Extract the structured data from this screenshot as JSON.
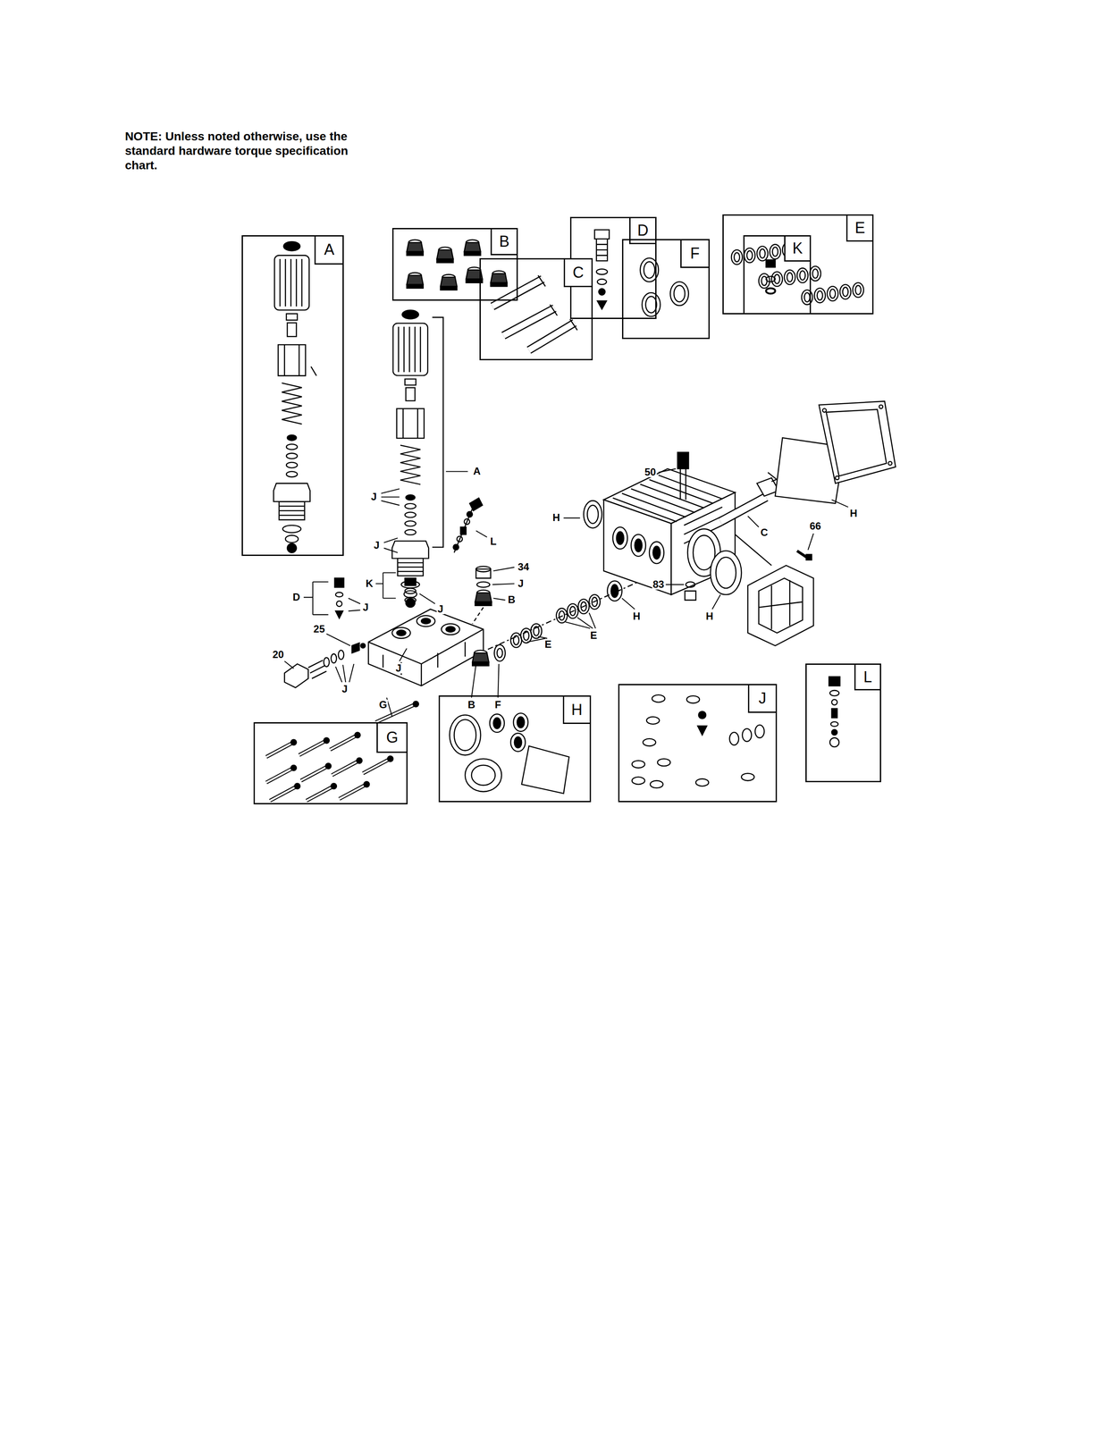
{
  "diagram": {
    "nodes": [
      {
        "text": [
          "A"
        ]
      },
      {
        "text": [
          "B"
        ]
      },
      {
        "text": [
          "D"
        ]
      },
      {
        "text": [
          "E"
        ]
      },
      {
        "text": [
          "C"
        ]
      },
      {
        "text": [
          "F"
        ]
      },
      {
        "text": [
          "K"
        ]
      },
      {
        "text": [
          "G"
        ]
      },
      {
        "text": [
          "H"
        ]
      },
      {
        "text": [
          "J"
        ]
      },
      {
        "text": [
          "L"
        ]
      }
    ],
    "labels": [
      "NOTE: Unless noted otherwise, use the standard hardware torque specification chart.",
      "A",
      "J",
      "J",
      "K",
      "J",
      "L",
      "34",
      "J",
      "B",
      "D",
      "J",
      "25",
      "20",
      "J",
      "J",
      "G",
      "B",
      "F",
      "E",
      "E",
      "H",
      "H",
      "H",
      "H",
      "C",
      "50",
      "66",
      "83"
    ]
  }
}
